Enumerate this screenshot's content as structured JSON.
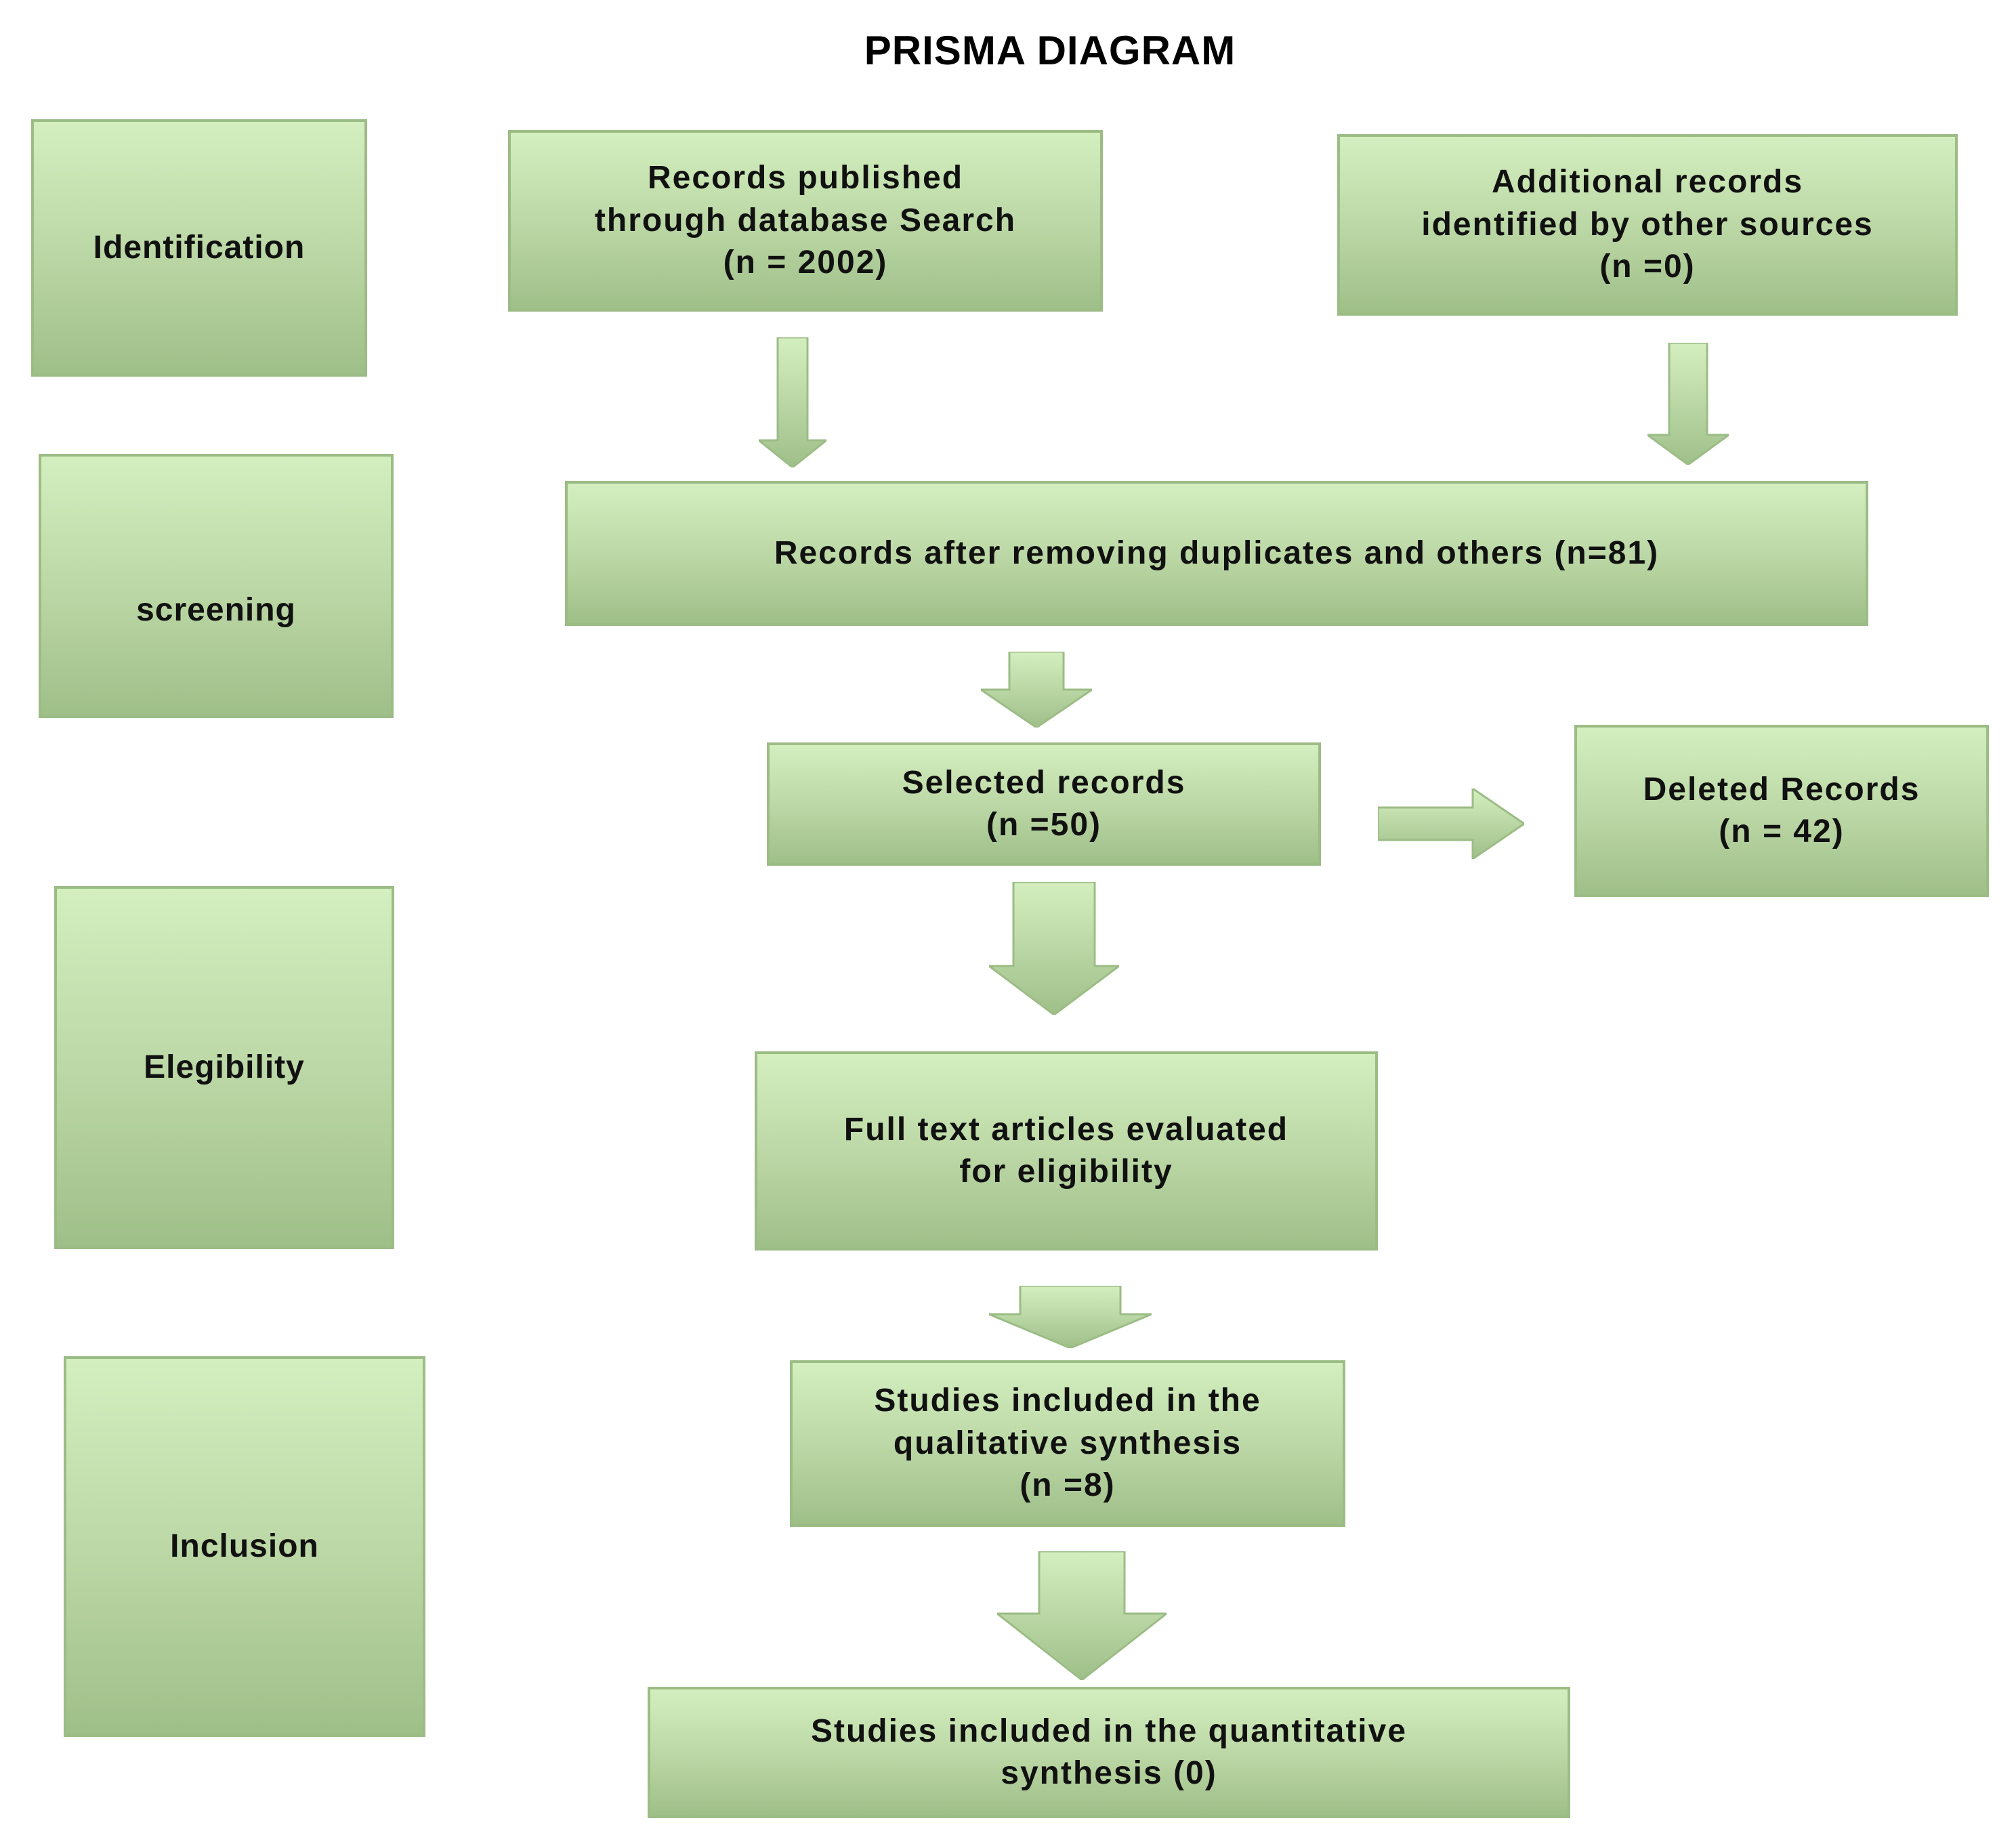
{
  "title": "PRISMA DIAGRAM",
  "stages": {
    "identification": "Identification",
    "screening": "screening",
    "eligibility": "Elegibility",
    "inclusion": "Inclusion"
  },
  "boxes": {
    "database_records": "Records published\nthrough database Search\n(n = 2002)",
    "other_sources": "Additional records\nidentified by other sources\n(n =0)",
    "after_duplicates": "Records after removing duplicates and others (n=81)",
    "selected": "Selected records\n(n =50)",
    "deleted": "Deleted Records\n(n = 42)",
    "full_text": "Full text articles evaluated\nfor eligibility",
    "qualitative": "Studies included in the\nqualitative synthesis\n(n =8)",
    "quantitative": "Studies included in the quantitative\nsynthesis (0)"
  },
  "colors": {
    "box_top": "#d4efbf",
    "box_bottom": "#9fbf89",
    "border": "#9cbc86"
  }
}
